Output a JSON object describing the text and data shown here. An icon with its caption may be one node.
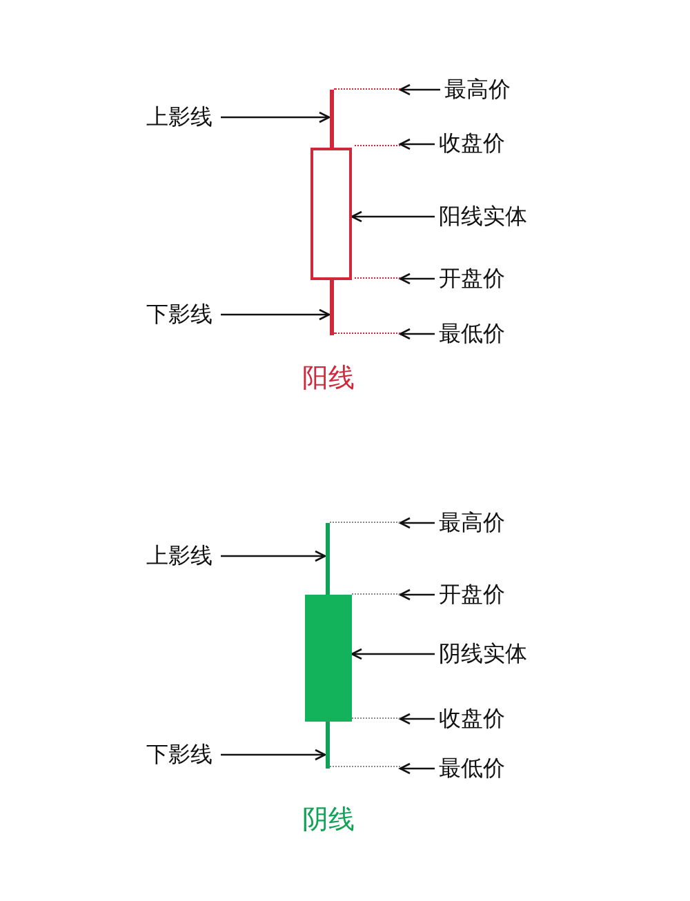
{
  "diagram": {
    "nodes": [
      {
        "text": [
          "上影线"
        ]
      },
      {
        "text": [],
        "shape": "bar"
      },
      {
        "text": [],
        "shape": "box"
      },
      {
        "text": [],
        "shape": "bar"
      },
      {
        "text": [
          "下影线"
        ]
      },
      {
        "text": [],
        "shape": "line"
      },
      {
        "text": [],
        "shape": "line"
      },
      {
        "text": [],
        "shape": "line"
      },
      {
        "text": [],
        "shape": "line"
      },
      {
        "text": [
          "最高价"
        ]
      },
      {
        "text": [
          "收盘价"
        ]
      },
      {
        "text": [
          "阳线实体"
        ]
      },
      {
        "text": [
          "开盘价"
        ]
      },
      {
        "text": [
          "最低价"
        ]
      },
      {
        "text": [
          "上影线"
        ]
      },
      {
        "text": [],
        "shape": "bar"
      },
      {
        "text": [],
        "shape": "box"
      },
      {
        "text": [],
        "shape": "bar"
      },
      {
        "text": [
          "下影线"
        ]
      },
      {
        "text": [],
        "shape": "line"
      },
      {
        "text": [],
        "shape": "line"
      },
      {
        "text": [],
        "shape": "line"
      },
      {
        "text": [],
        "shape": "line"
      },
      {
        "text": [
          "最高价"
        ]
      },
      {
        "text": [
          "开盘价"
        ]
      },
      {
        "text": [
          "阴线实体"
        ]
      },
      {
        "text": [
          "收盘价"
        ]
      },
      {
        "text": [
          "最低价"
        ]
      }
    ],
    "edges": [
      {
        "from": 0,
        "to": 1,
        "arrow": "to"
      },
      {
        "from": 4,
        "to": 3,
        "arrow": "to"
      },
      {
        "from": 9,
        "to": 5,
        "arrow": "to"
      },
      {
        "from": 10,
        "to": 6,
        "arrow": "to"
      },
      {
        "from": 11,
        "to": 2,
        "arrow": "to"
      },
      {
        "from": 12,
        "to": 7,
        "arrow": "to"
      },
      {
        "from": 13,
        "to": 8,
        "arrow": "to"
      },
      {
        "from": 14,
        "to": 15,
        "arrow": "to"
      },
      {
        "from": 18,
        "to": 17,
        "arrow": "to"
      },
      {
        "from": 23,
        "to": 19,
        "arrow": "to"
      },
      {
        "from": 24,
        "to": 20,
        "arrow": "to"
      },
      {
        "from": 25,
        "to": 16,
        "arrow": "to"
      },
      {
        "from": 26,
        "to": 21,
        "arrow": "to"
      },
      {
        "from": 27,
        "to": 22,
        "arrow": "to"
      }
    ],
    "labels": [
      "阳线",
      "阴线"
    ]
  }
}
